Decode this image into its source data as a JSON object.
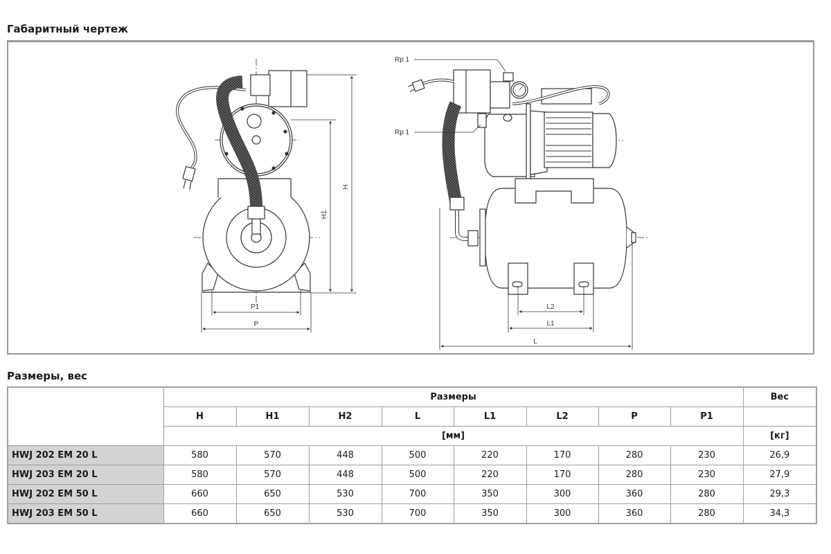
{
  "sections": {
    "drawing_title": "Габаритный чертеж",
    "table_title": "Размеры, вес"
  },
  "drawing": {
    "front_view": {
      "dim_labels": {
        "H": "H",
        "H1": "H1",
        "P": "P",
        "P1": "P1"
      }
    },
    "side_view": {
      "connection_labels": [
        "Rp 1",
        "Rp 1"
      ],
      "dim_labels": {
        "L": "L",
        "L1": "L1",
        "L2": "L2"
      }
    }
  },
  "table": {
    "group_header": "Размеры",
    "weight_header": "Вес",
    "columns": [
      "H",
      "H1",
      "H2",
      "L",
      "L1",
      "L2",
      "P",
      "P1"
    ],
    "units_dims": "[мм]",
    "units_weight": "[кг]",
    "rows": [
      {
        "model": "HWJ 202 EM 20 L",
        "values": [
          "580",
          "570",
          "448",
          "500",
          "220",
          "170",
          "280",
          "230"
        ],
        "weight": "26,9"
      },
      {
        "model": "HWJ 203 EM 20 L",
        "values": [
          "580",
          "570",
          "448",
          "500",
          "220",
          "170",
          "280",
          "230"
        ],
        "weight": "27,9"
      },
      {
        "model": "HWJ 202 EM 50 L",
        "values": [
          "660",
          "650",
          "530",
          "700",
          "350",
          "300",
          "360",
          "280"
        ],
        "weight": "29,3"
      },
      {
        "model": "HWJ 203 EM 50 L",
        "values": [
          "660",
          "650",
          "530",
          "700",
          "350",
          "300",
          "360",
          "280"
        ],
        "weight": "34,3"
      }
    ]
  },
  "colors": {
    "frame_border": "#9a9a9a",
    "model_cell_bg": "#d3d3d3",
    "line": "#333333"
  }
}
